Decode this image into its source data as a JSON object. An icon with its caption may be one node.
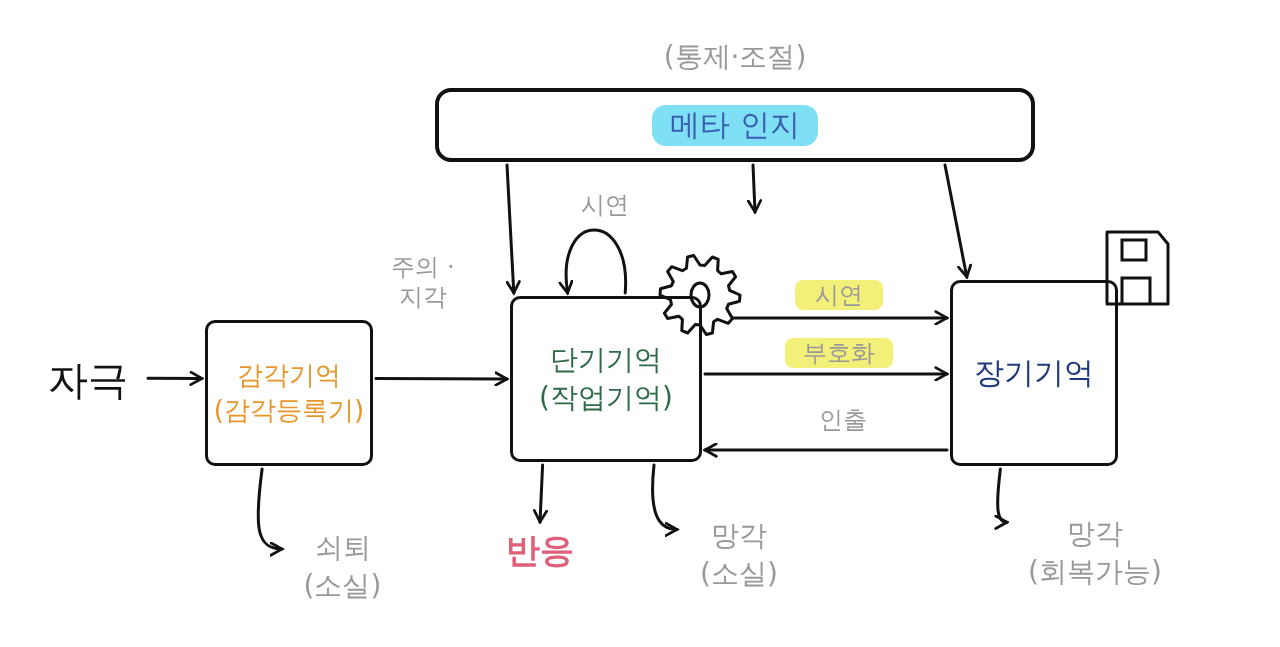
{
  "diagram": {
    "nodes": [
      {
        "text": [
          "(통제·조절)",
          "메타 인지"
        ]
      },
      {
        "text": [
          "자극"
        ]
      },
      {
        "text": [
          "감각기억 (감각등록기)"
        ]
      },
      {
        "text": [
          "단기기억 (작업기억)"
        ]
      },
      {
        "text": [
          "장기기억"
        ]
      },
      {
        "text": [
          "쇠퇴 (소실)"
        ]
      },
      {
        "text": [
          "반응"
        ]
      },
      {
        "text": [
          "망각 (소실)"
        ]
      },
      {
        "text": [
          "망각 (회복가능)"
        ]
      }
    ],
    "edges": [
      {
        "from": 1,
        "to": 2,
        "arrow": "to"
      },
      {
        "from": 2,
        "to": 3,
        "arrow": "to",
        "label": "주의 · 지각"
      },
      {
        "from": 3,
        "to": 3,
        "arrow": "to",
        "label": "시연"
      },
      {
        "from": 3,
        "to": 4,
        "arrow": "to",
        "label": "시연"
      },
      {
        "from": 3,
        "to": 4,
        "arrow": "to",
        "label": "부호화"
      },
      {
        "from": 4,
        "to": 3,
        "arrow": "to",
        "label": "인출"
      },
      {
        "from": 2,
        "to": 5,
        "arrow": "to"
      },
      {
        "from": 3,
        "to": 6,
        "arrow": "to"
      },
      {
        "from": 3,
        "to": 7,
        "arrow": "to"
      },
      {
        "from": 4,
        "to": 8,
        "arrow": "to"
      },
      {
        "from": 0,
        "to": 3,
        "arrow": "to"
      },
      {
        "from": 0,
        "to": null,
        "arrow": "to"
      },
      {
        "from": 0,
        "to": 4,
        "arrow": "to"
      }
    ]
  }
}
